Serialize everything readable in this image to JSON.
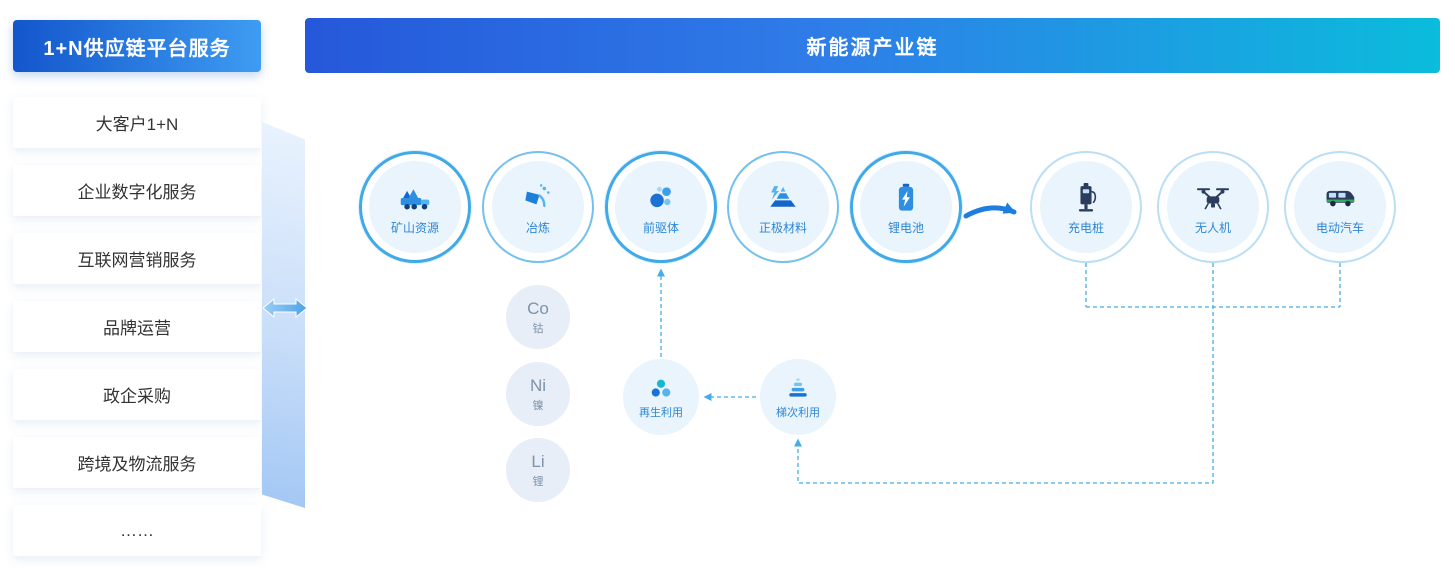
{
  "sidebar": {
    "title": "1+N供应链平台服务",
    "items": [
      "大客户1+N",
      "企业数字化服务",
      "互联网营销服务",
      "品牌运营",
      "政企采购",
      "跨境及物流服务",
      "……"
    ]
  },
  "banner": {
    "title": "新能源产业链"
  },
  "chain": {
    "main_nodes": [
      {
        "label": "矿山资源",
        "icon": "mine-truck-icon"
      },
      {
        "label": "冶炼",
        "icon": "smelting-icon"
      },
      {
        "label": "前驱体",
        "icon": "precursor-molecule-icon"
      },
      {
        "label": "正极材料",
        "icon": "cathode-material-icon"
      },
      {
        "label": "锂电池",
        "icon": "lithium-battery-icon"
      },
      {
        "label": "充电桩",
        "icon": "charging-pile-icon"
      },
      {
        "label": "无人机",
        "icon": "drone-icon"
      },
      {
        "label": "电动汽车",
        "icon": "electric-vehicle-icon"
      }
    ],
    "elements": [
      {
        "symbol": "Co",
        "name": "钴"
      },
      {
        "symbol": "Ni",
        "name": "镍"
      },
      {
        "symbol": "Li",
        "name": "锂"
      }
    ],
    "recycle_nodes": [
      {
        "label": "再生利用",
        "icon": "recycling-icon"
      },
      {
        "label": "梯次利用",
        "icon": "cascade-use-icon"
      }
    ]
  },
  "colors": {
    "sidebar_gradient_start": "#1356cc",
    "sidebar_gradient_end": "#3e9cf2",
    "banner_gradient_start": "#2558da",
    "banner_gradient_end": "#0bbcdc",
    "ring_blue": "#3fa9ea",
    "node_fill": "#e9f4fd",
    "dashed_line": "#45aee8",
    "arrow_blue": "#1e7de0"
  }
}
